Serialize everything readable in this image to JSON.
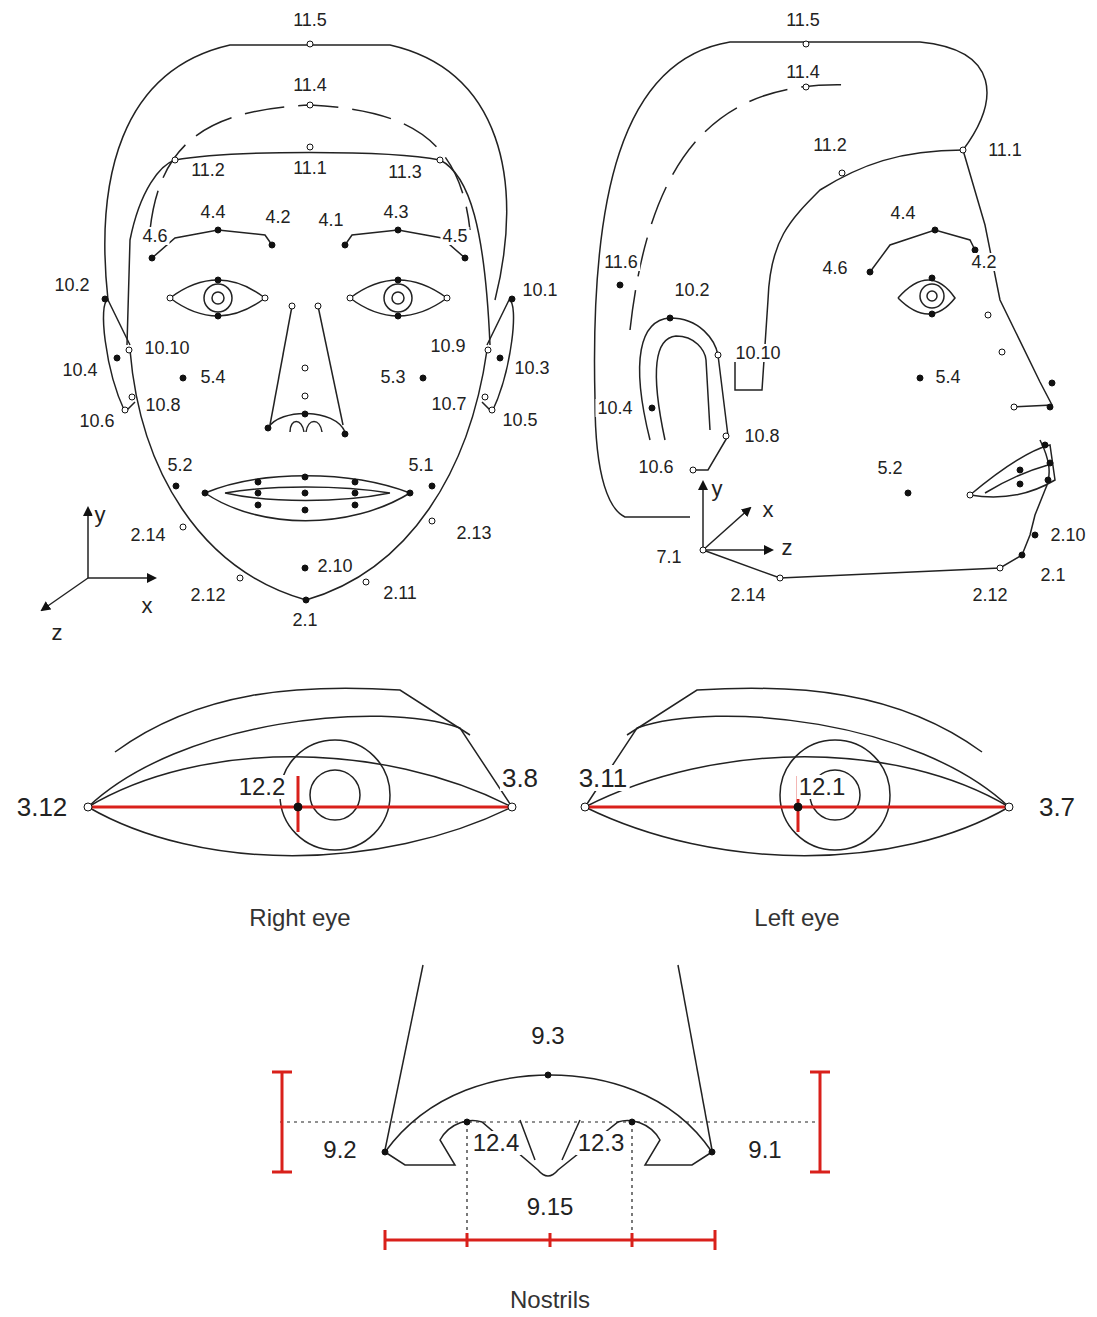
{
  "diagram": {
    "labels": [
      "11.5",
      "11.4",
      "11.2",
      "11.1",
      "11.3",
      "4.4",
      "4.2",
      "4.1",
      "4.3",
      "4.6",
      "4.5",
      "10.2",
      "10.1",
      "10.10",
      "10.9",
      "10.4",
      "5.4",
      "5.3",
      "10.3",
      "10.8",
      "10.7",
      "10.6",
      "10.5",
      "5.2",
      "5.1",
      "y",
      "2.14",
      "2.13",
      "2.10",
      "2.12",
      "2.11",
      "x",
      "2.1",
      "z",
      "11.5",
      "11.4",
      "11.2",
      "11.1",
      "4.4",
      "11.6",
      "4.6",
      "4.2",
      "10.2",
      "10.10",
      "5.4",
      "10.4",
      "10.8",
      "5.2",
      "10.6",
      "y",
      "x",
      "2.10",
      "z",
      "7.1",
      "2.1",
      "2.14",
      "2.12",
      "3.12",
      "12.2",
      "3.8",
      "3.11",
      "12.1",
      "3.7",
      "Right eye",
      "Left eye",
      "9.3",
      "9.2",
      "12.4",
      "12.3",
      "9.1",
      "9.15",
      "Nostrils"
    ]
  }
}
